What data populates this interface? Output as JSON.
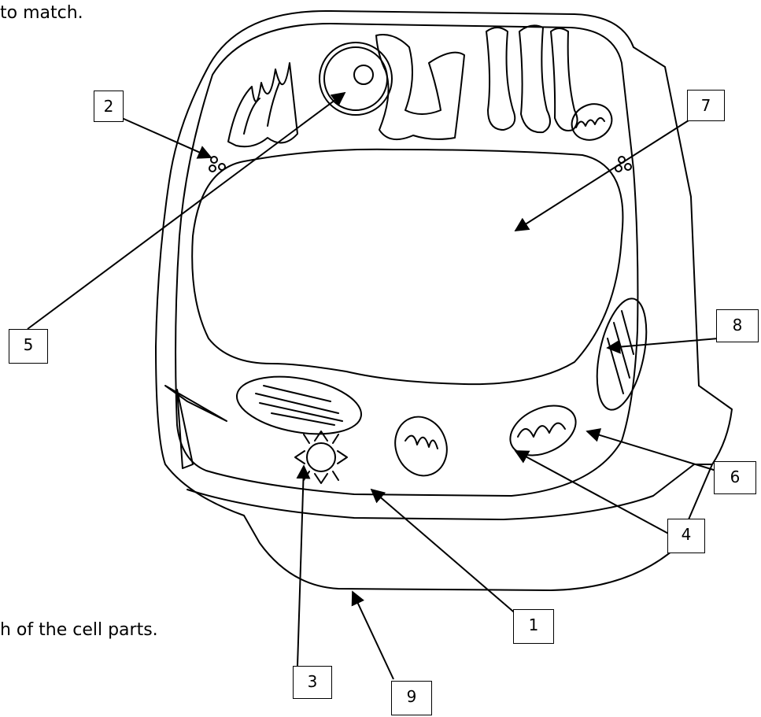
{
  "text_fragments": {
    "top": "to match.",
    "bottom": "h of the cell parts."
  },
  "labels": [
    {
      "id": "1",
      "text": "1"
    },
    {
      "id": "2",
      "text": "2"
    },
    {
      "id": "3",
      "text": "3"
    },
    {
      "id": "4",
      "text": "4"
    },
    {
      "id": "5",
      "text": "5"
    },
    {
      "id": "6",
      "text": "6"
    },
    {
      "id": "7",
      "text": "7"
    },
    {
      "id": "8",
      "text": "8"
    },
    {
      "id": "9",
      "text": "9"
    }
  ],
  "colors": {
    "ink": "#000000",
    "paper": "#ffffff"
  }
}
